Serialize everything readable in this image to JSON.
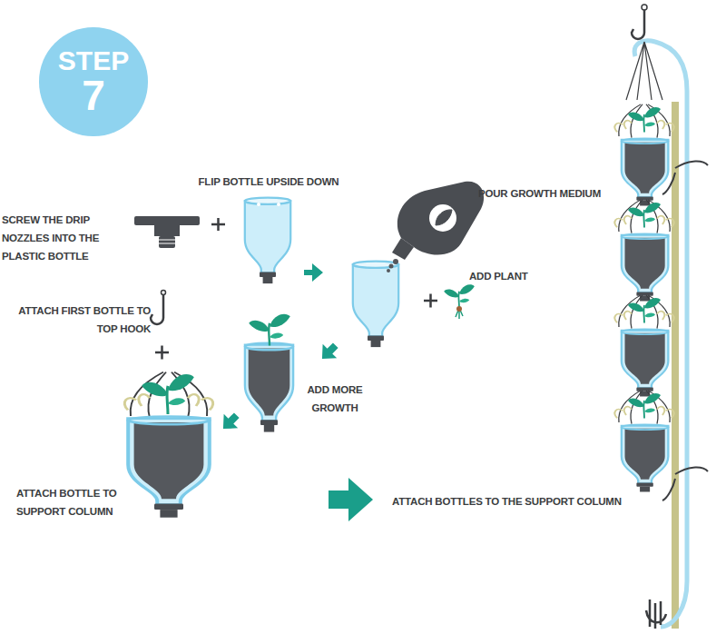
{
  "diagram": {
    "nodes": [
      {
        "text": [
          "STEP",
          "7"
        ]
      }
    ],
    "labels": [
      "SCREW THE DRIP NOZZLES INTO THE PLASTIC BOTTLE",
      "FLIP BOTTLE UPSIDE DOWN",
      "POUR GROWTH MEDIUM",
      "ADD PLANT",
      "ATTACH FIRST BOTTLE TO TOP HOOK",
      "ADD MORE GROWTH",
      "ATTACH BOTTLE TO SUPPORT COLUMN",
      "ATTACH BOTTLES TO THE SUPPORT COLUMN"
    ]
  }
}
